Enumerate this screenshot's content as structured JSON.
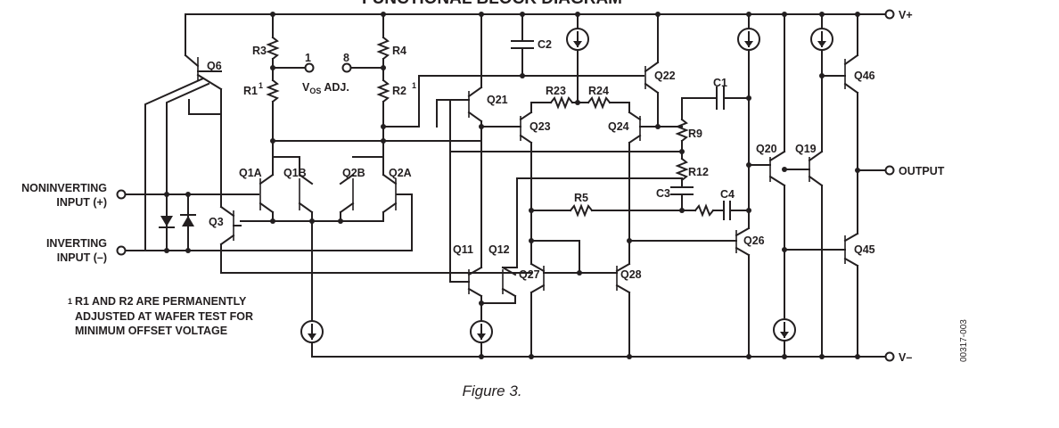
{
  "title": "FUNCTIONAL BLOCK DIAGRAM",
  "pins": {
    "v_plus": "V+",
    "v_minus": "V–",
    "output": "OUTPUT",
    "noninverting": [
      "NONINVERTING",
      "INPUT (+)"
    ],
    "inverting": [
      "INVERTING",
      "INPUT (–)"
    ],
    "pin1": "1",
    "pin8": "8",
    "vos_main": "V",
    "vos_sub": "OS",
    "vos_rest": " ADJ."
  },
  "transistors": [
    "Q6",
    "Q1A",
    "Q1B",
    "Q2B",
    "Q2A",
    "Q3",
    "Q21",
    "Q23",
    "Q24",
    "Q22",
    "Q11",
    "Q12",
    "Q27",
    "Q28",
    "Q20",
    "Q19",
    "Q26",
    "Q46",
    "Q45"
  ],
  "resistors": {
    "r3": "R3",
    "r4": "R4",
    "r1": "R1",
    "r1_sup": "1",
    "r2": "R2",
    "r2_sup": "1",
    "r23": "R23",
    "r24": "R24",
    "r9": "R9",
    "r12": "R12",
    "r5": "R5"
  },
  "capacitors": {
    "c1": "C1",
    "c2": "C2",
    "c3": "C3",
    "c4": "C4"
  },
  "footnote": {
    "marker": "1",
    "lines": [
      "R1 AND R2 ARE PERMANENTLY",
      "ADJUSTED AT WAFER TEST FOR",
      "MINIMUM OFFSET VOLTAGE"
    ]
  },
  "caption": "Figure 3.",
  "figure_code": "00317-003"
}
